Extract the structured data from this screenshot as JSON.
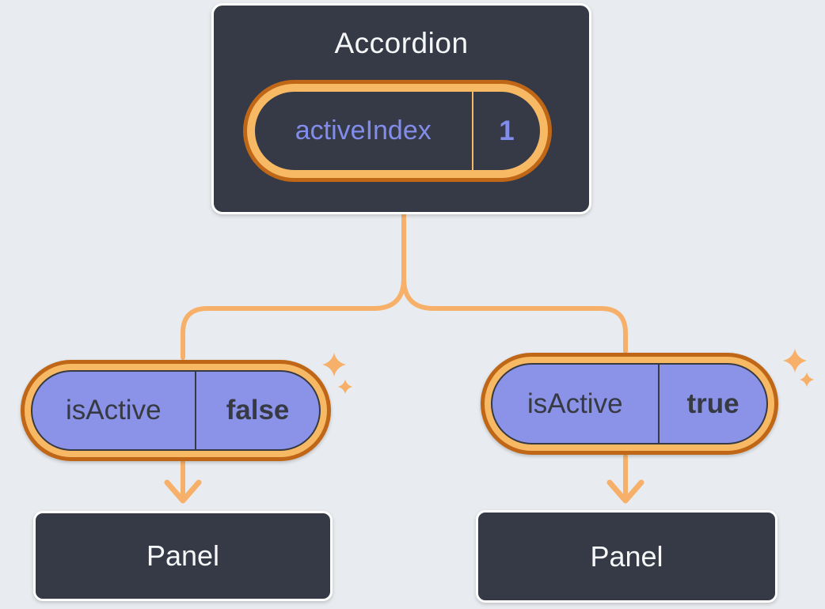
{
  "colors": {
    "page_bg": "#E8EBEF",
    "slate": "#363A46",
    "white": "#FFFFFF",
    "orange_dark": "#BF6617",
    "orange_light": "#F7B964",
    "orange_line": "#F6B069",
    "purple_fill": "#8B93E9",
    "purple_text": "#828CEB",
    "pill_edge": "#373A42",
    "text_dark": "#373A42",
    "text_light": "#F6F7F9"
  },
  "accordion": {
    "title": "Accordion",
    "state": {
      "name": "activeIndex",
      "value": "1"
    }
  },
  "children": [
    {
      "prop": {
        "name": "isActive",
        "value": "false"
      },
      "panel": {
        "label": "Panel"
      }
    },
    {
      "prop": {
        "name": "isActive",
        "value": "true"
      },
      "panel": {
        "label": "Panel"
      }
    }
  ],
  "icons": {
    "sparkle": "four-point-star"
  }
}
